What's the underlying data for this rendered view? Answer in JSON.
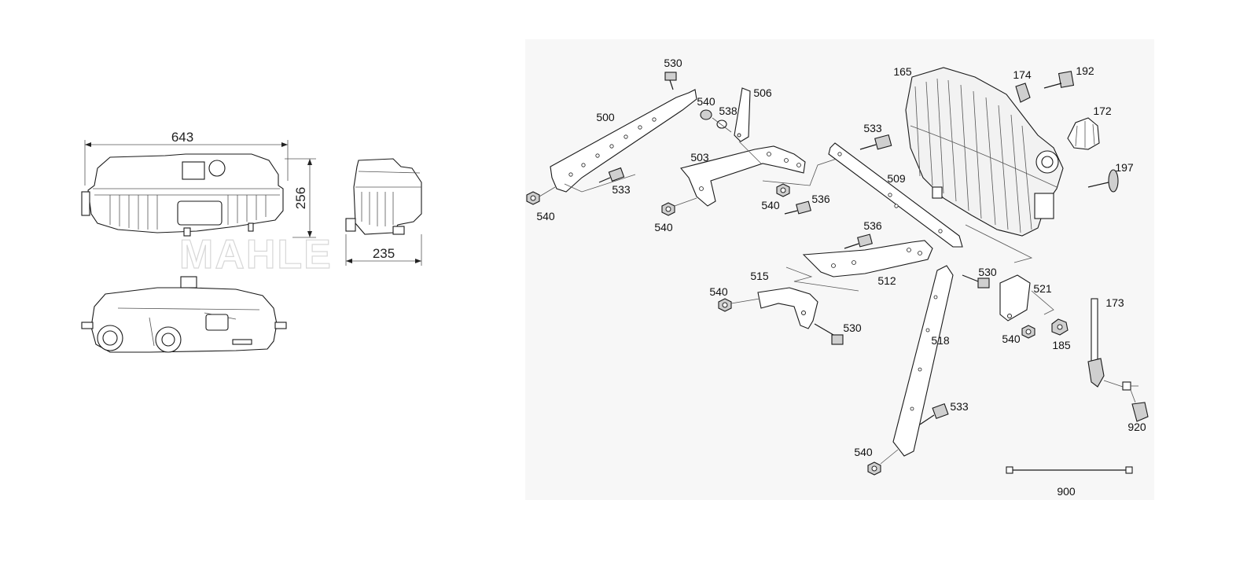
{
  "dimensions": {
    "width_label": "643",
    "height_label": "256",
    "depth_label": "235"
  },
  "brand": {
    "watermark": "MAHLE"
  },
  "parts": [
    {
      "label": "530"
    },
    {
      "label": "500"
    },
    {
      "label": "533"
    },
    {
      "label": "540"
    },
    {
      "label": "540"
    },
    {
      "label": "538"
    },
    {
      "label": "506"
    },
    {
      "label": "503"
    },
    {
      "label": "540"
    },
    {
      "label": "540"
    },
    {
      "label": "536"
    },
    {
      "label": "533"
    },
    {
      "label": "509"
    },
    {
      "label": "165"
    },
    {
      "label": "174"
    },
    {
      "label": "192"
    },
    {
      "label": "172"
    },
    {
      "label": "197"
    },
    {
      "label": "536"
    },
    {
      "label": "515"
    },
    {
      "label": "512"
    },
    {
      "label": "540"
    },
    {
      "label": "530"
    },
    {
      "label": "530"
    },
    {
      "label": "521"
    },
    {
      "label": "540"
    },
    {
      "label": "185"
    },
    {
      "label": "518"
    },
    {
      "label": "173"
    },
    {
      "label": "533"
    },
    {
      "label": "540"
    },
    {
      "label": "920"
    },
    {
      "label": "900"
    }
  ]
}
